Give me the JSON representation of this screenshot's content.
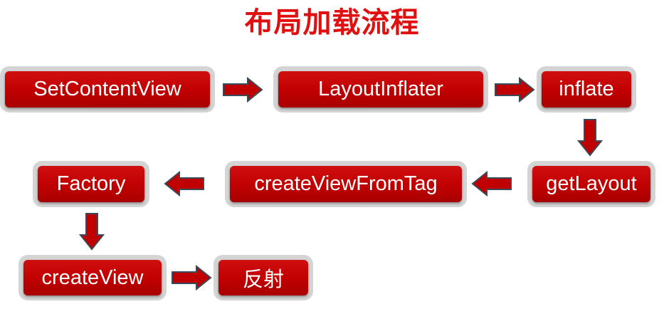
{
  "title": "布局加载流程",
  "nodes": {
    "set_content_view": "SetContentView",
    "layout_inflater": "LayoutInflater",
    "inflate": "inflate",
    "get_layout": "getLayout",
    "create_view_from_tag": "createViewFromTag",
    "factory": "Factory",
    "create_view": "createView",
    "reflection": "反射"
  },
  "colors": {
    "title": "#e01010",
    "node_fill": "#c00000",
    "node_border": "#d4d4d4",
    "node_text": "#ffffff",
    "arrow_fill": "#c00000",
    "arrow_outline": "#3b4a5a"
  },
  "arrows": [
    {
      "from": "set_content_view",
      "to": "layout_inflater",
      "direction": "right"
    },
    {
      "from": "layout_inflater",
      "to": "inflate",
      "direction": "right"
    },
    {
      "from": "inflate",
      "to": "get_layout",
      "direction": "down"
    },
    {
      "from": "get_layout",
      "to": "create_view_from_tag",
      "direction": "left"
    },
    {
      "from": "create_view_from_tag",
      "to": "factory",
      "direction": "left"
    },
    {
      "from": "factory",
      "to": "create_view",
      "direction": "down"
    },
    {
      "from": "create_view",
      "to": "reflection",
      "direction": "right"
    }
  ]
}
